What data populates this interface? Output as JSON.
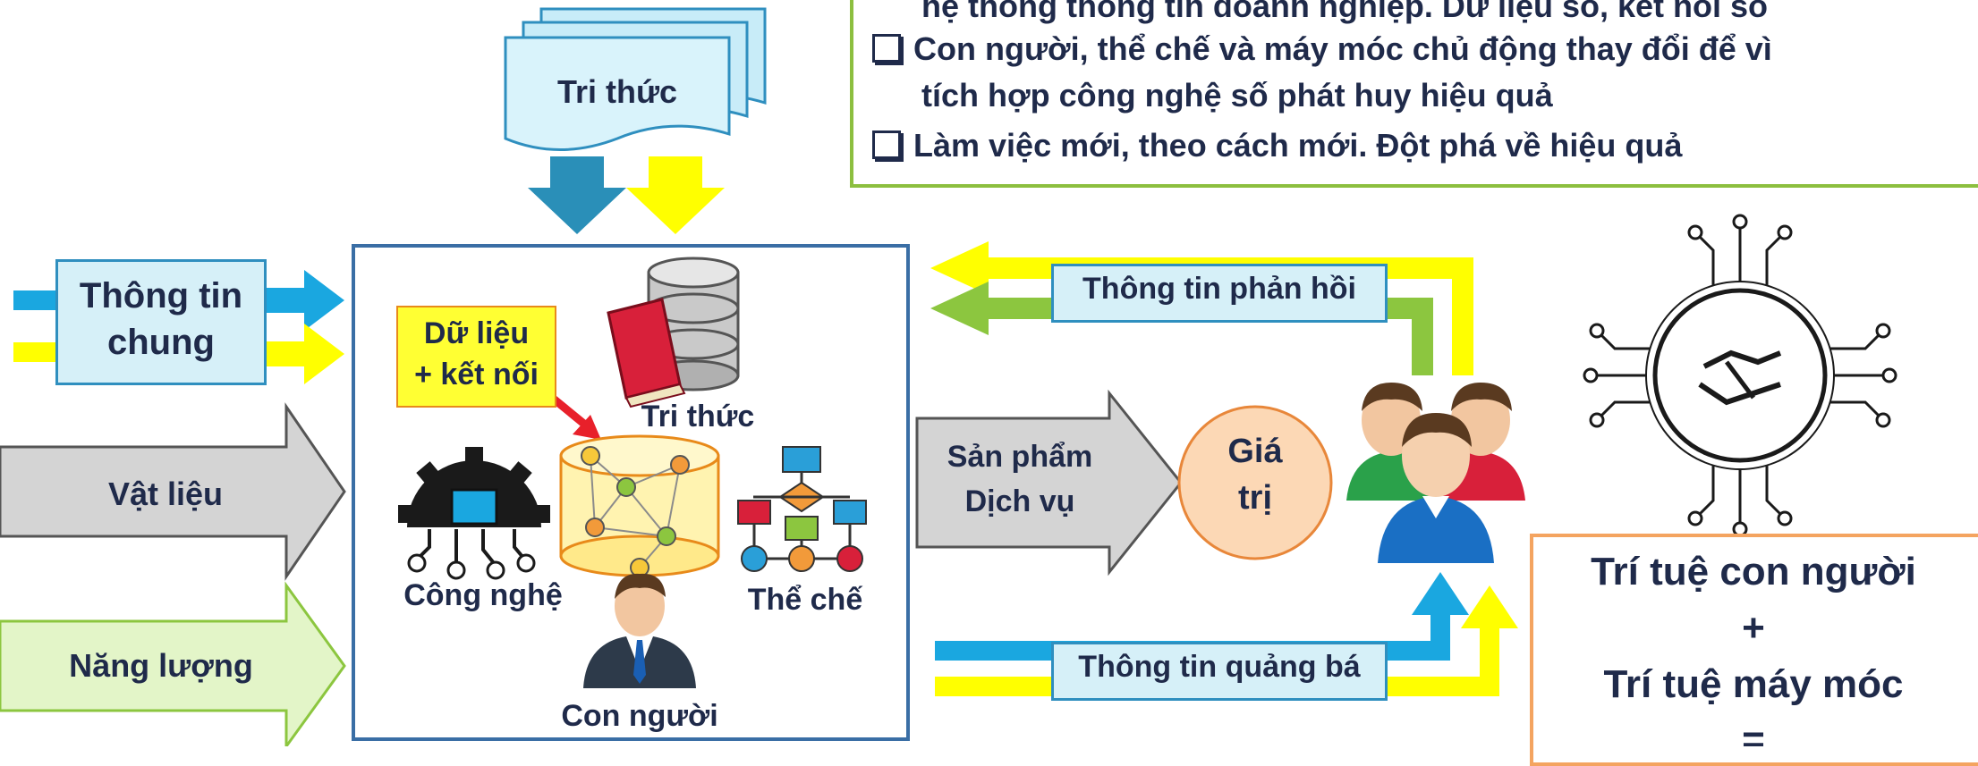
{
  "bullets": {
    "line_partial": "hệ thống thông tin doanh nghiệp. Dữ liệu số, kết nối số",
    "line1": "Con người, thể chế và máy móc chủ động thay đổi để vì",
    "line1_cont": "tích hợp công nghệ số phát huy hiệu quả",
    "line2": "Làm việc mới, theo cách mới. Đột phá về hiệu quả"
  },
  "inputs": {
    "knowledge": "Tri thức",
    "info_line1": "Thông tin",
    "info_line2": "chung",
    "materials": "Vật liệu",
    "energy": "Năng lượng"
  },
  "center": {
    "data_line1": "Dữ liệu",
    "data_line2": "+ kết nối",
    "knowledge": "Tri thức",
    "technology": "Công nghệ",
    "institution": "Thể chế",
    "people": "Con người"
  },
  "outputs": {
    "feedback": "Thông tin phản hồi",
    "product_line1": "Sản phẩm",
    "product_line2": "Dịch vụ",
    "value_line1": "Giá",
    "value_line2": "trị",
    "promotion": "Thông tin quảng bá"
  },
  "intelligence": {
    "line1": "Trí tuệ con người",
    "plus": "+",
    "line2": "Trí tuệ máy móc",
    "equals": "="
  },
  "colors": {
    "blue_arrow": "#1aa7e0",
    "yellow_arrow": "#ffff00",
    "green_arrow": "#8cc63f",
    "main_border": "#3a6ea5",
    "intel_border": "#f4a460"
  }
}
